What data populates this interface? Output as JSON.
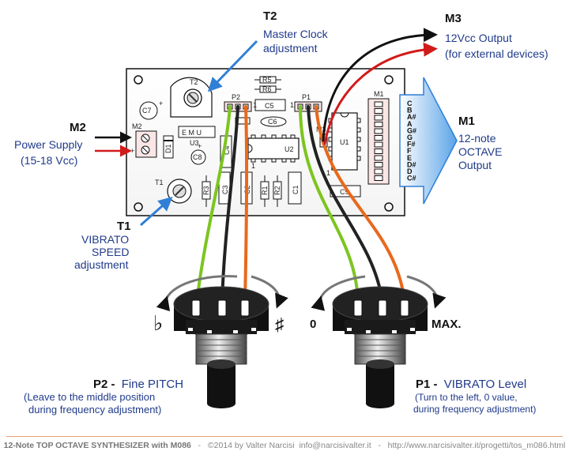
{
  "labels": {
    "t2": {
      "code": "T2",
      "line1": "Master Clock",
      "line2": "adjustment"
    },
    "m3": {
      "code": "M3",
      "line1": "12Vcc Output",
      "line2": "(for external devices)"
    },
    "m2": {
      "code": "M2",
      "line1": "Power Supply",
      "line2": "(15-18 Vcc)"
    },
    "m1": {
      "code": "M1",
      "line1": "12-note",
      "line2": "OCTAVE",
      "line3": "Output"
    },
    "t1": {
      "code": "T1",
      "line1": "VIBRATO",
      "line2": "SPEED",
      "line3": "adjustment"
    },
    "p2": {
      "code": "P2 -",
      "name": "Fine PITCH",
      "line1": "(Leave to the middle position",
      "line2": "during frequency adjustment)"
    },
    "p1": {
      "code": "P1 -",
      "name": "VIBRATO Level",
      "line1": "(Turn to the left, 0 value,",
      "line2": "during frequency adjustment)"
    }
  },
  "knob_marks": {
    "flat": "♭",
    "sharp": "♯",
    "zero": "0",
    "max": "MAX."
  },
  "notes": [
    "C",
    "B",
    "A#",
    "A",
    "G#",
    "G",
    "F#",
    "F",
    "E",
    "D#",
    "D",
    "C#"
  ],
  "board": {
    "t2": "T2",
    "t1": "T1",
    "p2": "P2",
    "p1": "P1",
    "m1": "M1",
    "m2": "M2",
    "m3": "M3",
    "r5": "R5",
    "r6": "R6",
    "c5": "C5",
    "c6": "C6",
    "c7": "C7",
    "c8": "C8",
    "c9": "C9",
    "u1": "U1",
    "u2": "U2",
    "u3": "U3",
    "d1": "D1",
    "r3": "R3",
    "c3": "C3",
    "c2": "C2",
    "r1": "R1",
    "r2": "R2",
    "c1": "C1",
    "c4": "C4",
    "u3_pins": "E  M  U",
    "one": "1"
  },
  "footer": {
    "title": "12-Note TOP OCTAVE SYNTHESIZER with M086",
    "sep": "-",
    "copyright": "©2014 by Valter Narcisi",
    "email": "info@narcisivalter.it",
    "url": "http://www.narcisivalter.it/progetti/tos_m086.html"
  },
  "colors": {
    "wire_green": "#7cc520",
    "wire_black": "#222222",
    "wire_orange": "#e8691c",
    "wire_red": "#d21a1a",
    "arrow_blue": "#2f7fd6",
    "label_blue": "#1f3a8a"
  }
}
